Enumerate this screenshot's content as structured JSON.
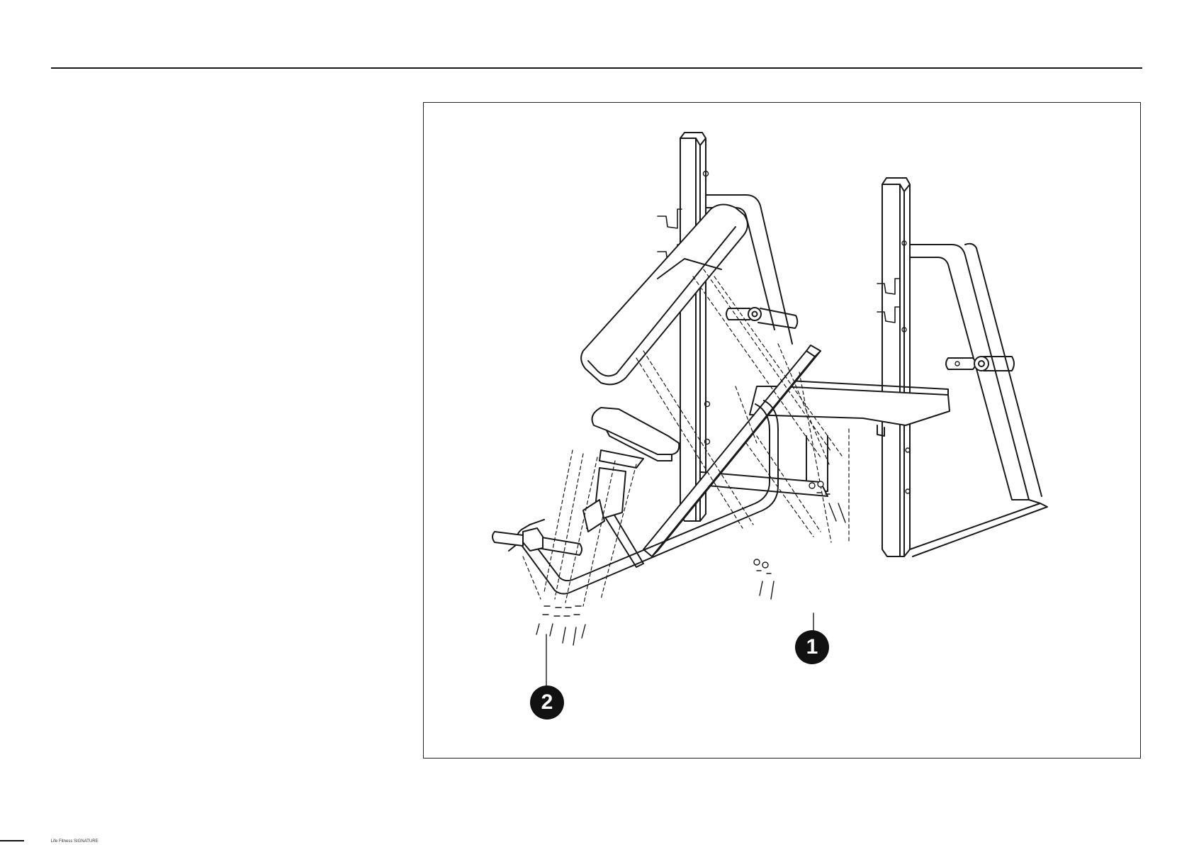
{
  "figure": {
    "callouts": [
      {
        "label": "1",
        "part": "bolt-1"
      },
      {
        "label": "2",
        "part": "bolt-2"
      }
    ]
  },
  "footer": {
    "text": "Life Fitness SIGNATURE"
  },
  "colors": {
    "line": "#1a1a1a",
    "callout_fill": "#111111",
    "callout_text": "#ffffff"
  }
}
